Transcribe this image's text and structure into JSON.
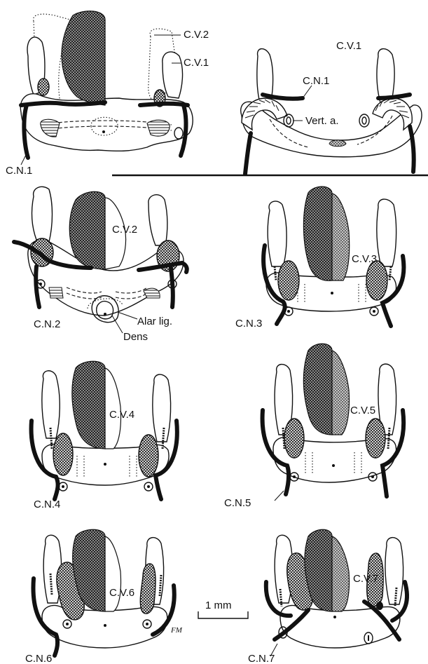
{
  "labels": {
    "cv2_top": "C.V.2",
    "cv1_top": "C.V.1",
    "cv1_right": "C.V.1",
    "cn1_right": "C.N.1",
    "vert_a": "Vert. a.",
    "cn1_left": "C.N.1",
    "cv2": "C.V.2",
    "cn2": "C.N.2",
    "alar_lig": "Alar lig.",
    "dens": "Dens",
    "cv3": "C.V.3",
    "cn3": "C.N.3",
    "cv4": "C.V.4",
    "cn4": "C.N.4",
    "cv5": "C.V.5",
    "cn5": "C.N.5",
    "cv6": "C.V.6",
    "cn6": "C.N.6",
    "cv7": "C.V.7",
    "cn7": "C.N.7",
    "scale_bar": "1 mm",
    "initials": "FM"
  }
}
